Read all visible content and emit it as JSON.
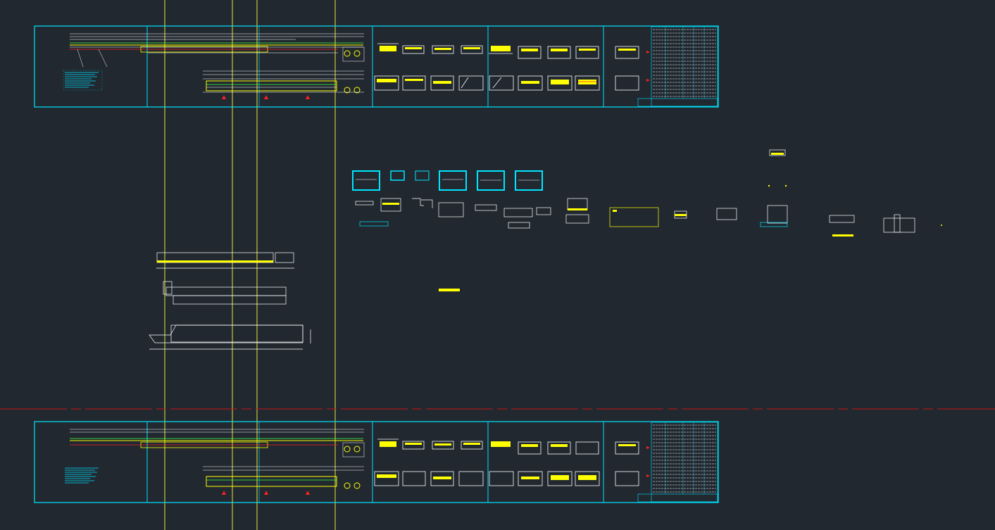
{
  "drawing": {
    "background": "#212830",
    "colors": {
      "frame": "#00e5ff",
      "guide": "#e8e840",
      "dim": "#ffffff",
      "red": "#ff2020",
      "green": "#40ff40",
      "yellow": "#ffff00",
      "centerline": "#c81414"
    },
    "sheets": [
      {
        "id": "sheet-top",
        "panels": 5,
        "sections": 16,
        "has_title_block": true
      },
      {
        "id": "sheet-bottom",
        "panels": 5,
        "sections": 16,
        "has_title_block": true
      }
    ],
    "detail_groups": [
      "thumbnails",
      "section-details",
      "long-members"
    ],
    "layer_view": "model-space"
  }
}
